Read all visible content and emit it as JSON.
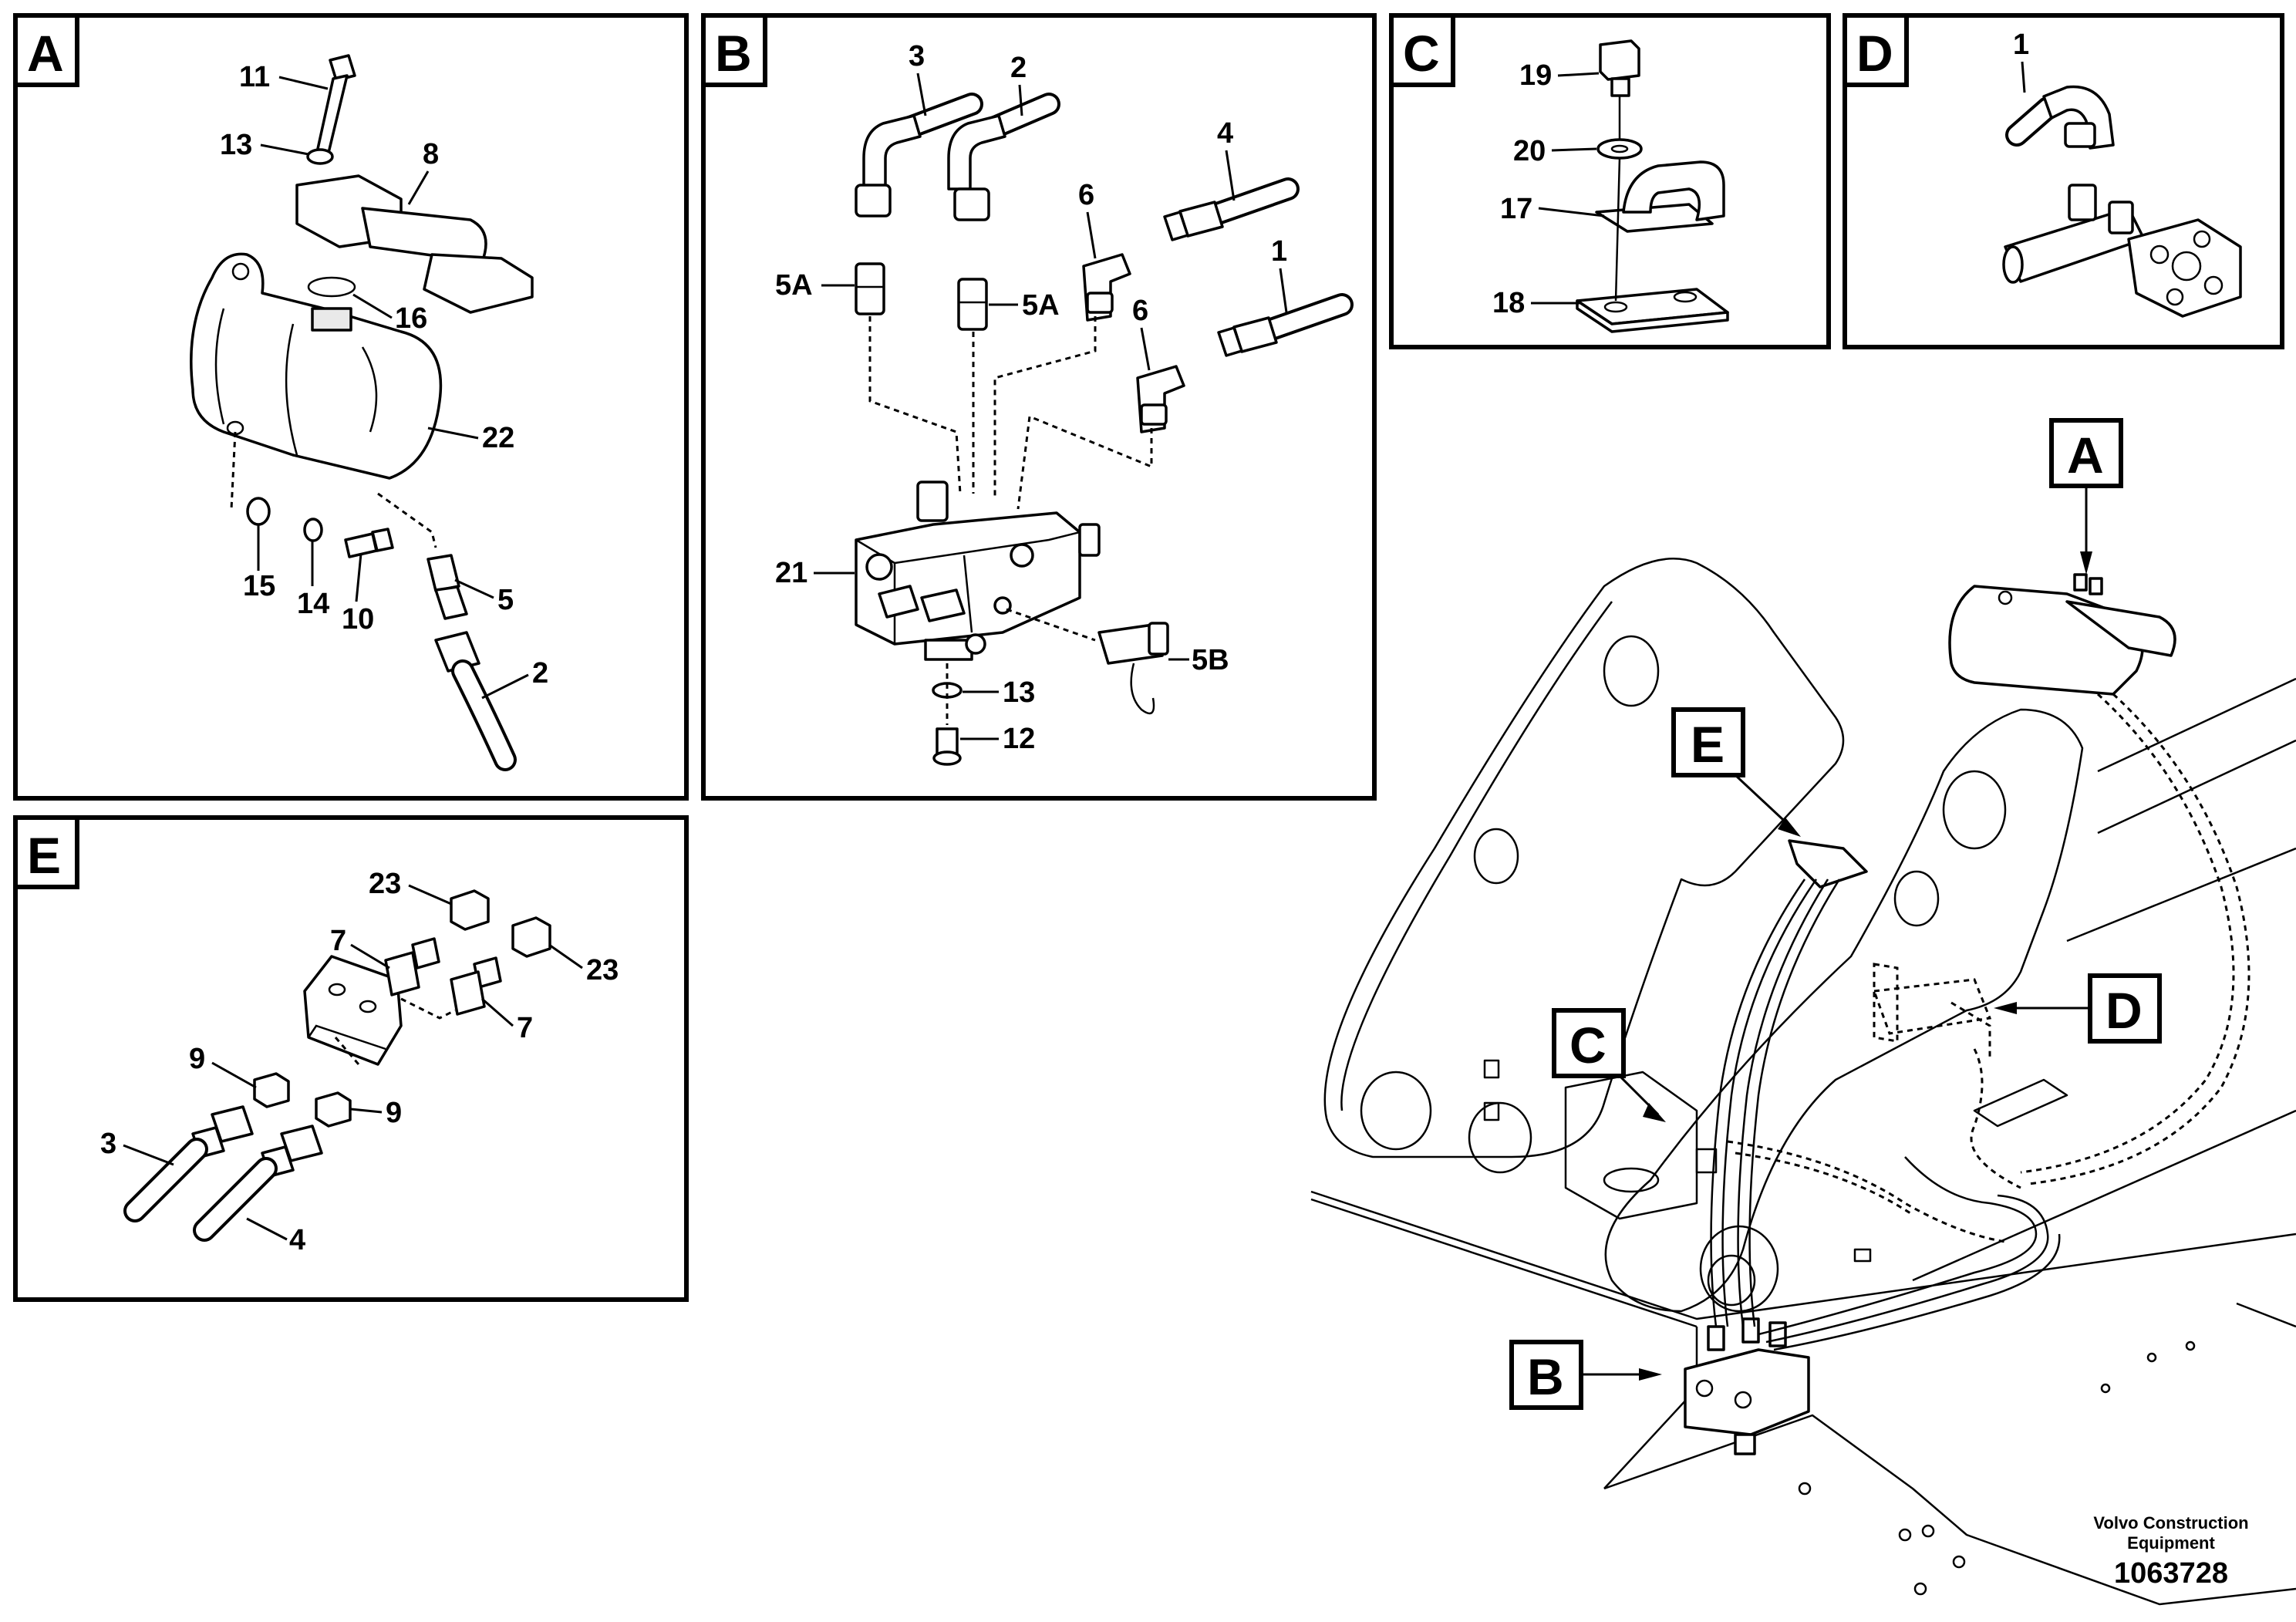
{
  "panels": {
    "A": {
      "tag": "A",
      "labels": {
        "l11": "11",
        "l13": "13",
        "l8": "8",
        "l16": "16",
        "l22": "22",
        "l15": "15",
        "l14": "14",
        "l10": "10",
        "l5": "5",
        "l2": "2"
      }
    },
    "B": {
      "tag": "B",
      "labels": {
        "l3": "3",
        "l2": "2",
        "l4": "4",
        "l6a": "6",
        "l6b": "6",
        "l1": "1",
        "l5a1": "5A",
        "l5a2": "5A",
        "l21": "21",
        "l5b": "5B",
        "l13": "13",
        "l12": "12"
      }
    },
    "C": {
      "tag": "C",
      "labels": {
        "l19": "19",
        "l20": "20",
        "l17": "17",
        "l18": "18"
      }
    },
    "D": {
      "tag": "D",
      "labels": {
        "l1": "1"
      }
    },
    "E": {
      "tag": "E",
      "labels": {
        "l23a": "23",
        "l23b": "23",
        "l7a": "7",
        "l7b": "7",
        "l9a": "9",
        "l9b": "9",
        "l3": "3",
        "l4": "4"
      }
    }
  },
  "overview": {
    "callouts": {
      "A": "A",
      "B": "B",
      "C": "C",
      "D": "D",
      "E": "E"
    }
  },
  "footer": {
    "brand_line1": "Volvo Construction",
    "brand_line2": "Equipment",
    "doc_number": "1063728"
  }
}
